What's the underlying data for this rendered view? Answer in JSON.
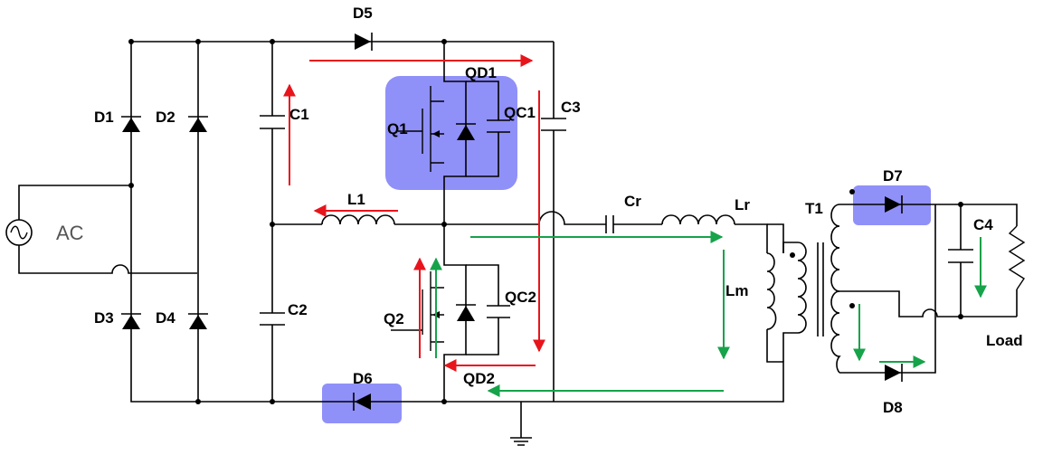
{
  "labels": {
    "ac": "AC",
    "d1": "D1",
    "d2": "D2",
    "d3": "D3",
    "d4": "D4",
    "d5": "D5",
    "d6": "D6",
    "d7": "D7",
    "d8": "D8",
    "c1": "C1",
    "c2": "C2",
    "c3": "C3",
    "c4": "C4",
    "l1": "L1",
    "q1": "Q1",
    "q2": "Q2",
    "qd1": "QD1",
    "qd2": "QD2",
    "qc1": "QC1",
    "qc2": "QC2",
    "cr": "Cr",
    "lr": "Lr",
    "lm": "Lm",
    "t1": "T1",
    "load": "Load"
  },
  "colors": {
    "highlight": "#7c7cf8",
    "arrow_red": "#e8141c",
    "arrow_green": "#16a34a",
    "wire": "#000000"
  }
}
